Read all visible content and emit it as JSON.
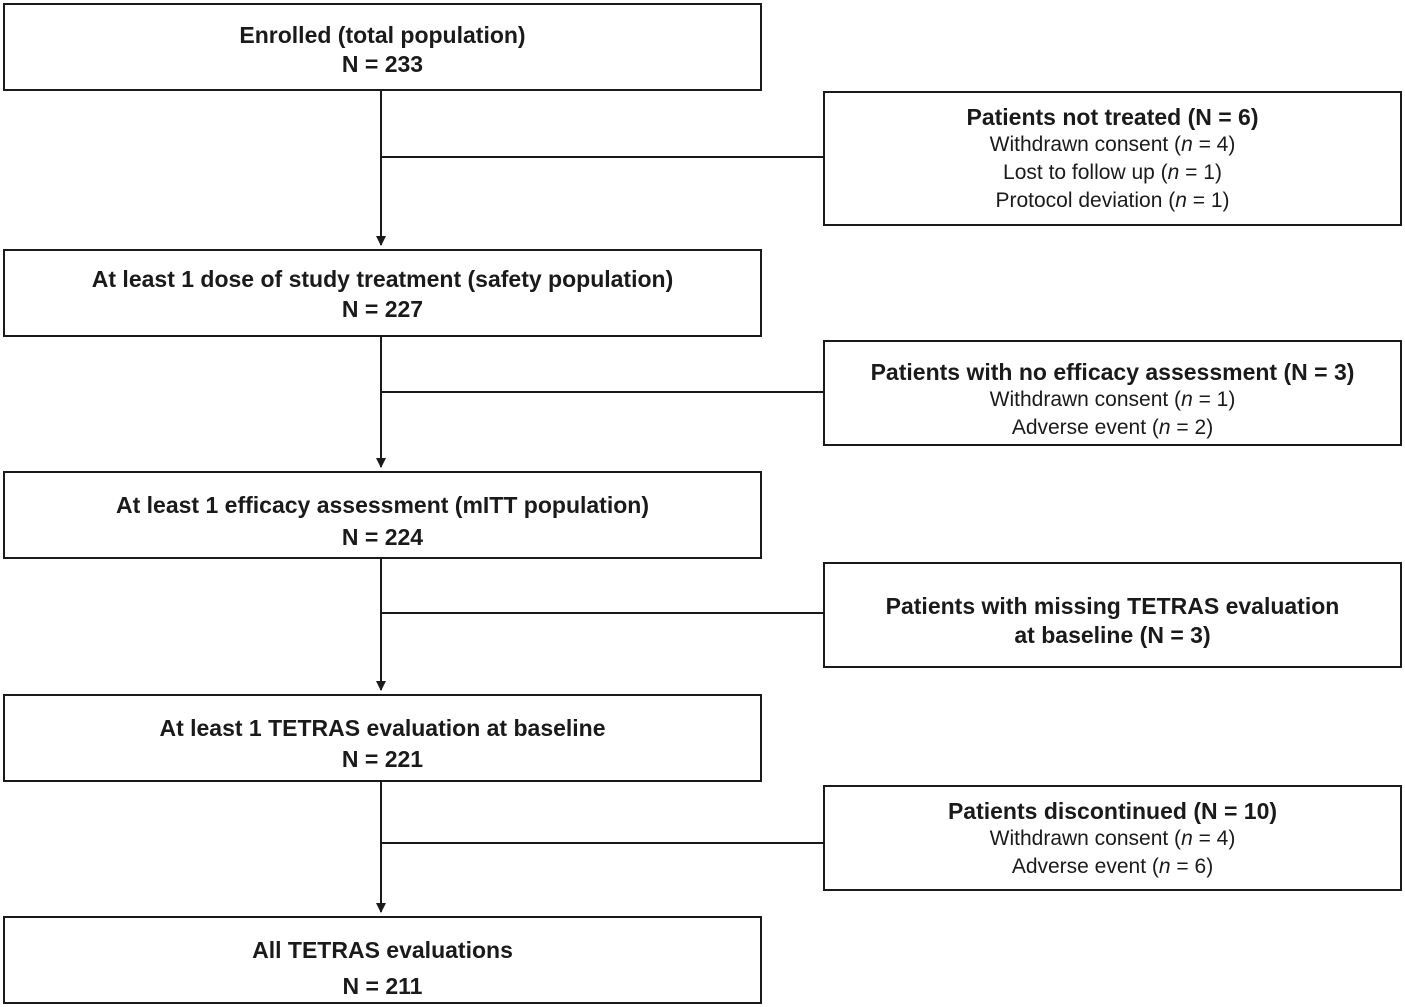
{
  "stages": [
    {
      "title": "Enrolled (total population)",
      "count": "N = 233"
    },
    {
      "title": "At least 1 dose of study treatment (safety population)",
      "count": "N = 227"
    },
    {
      "title": "At least 1 efficacy assessment (mITT population)",
      "count": "N = 224"
    },
    {
      "title": "At least 1 TETRAS evaluation at baseline",
      "count": "N = 221"
    },
    {
      "title": "All TETRAS evaluations",
      "count": "N = 211"
    }
  ],
  "exclusions": [
    {
      "title": "Patients not treated (N = 6)",
      "reasons": [
        {
          "label": "Withdrawn consent (",
          "n_symbol": "n",
          "value": " = 4)"
        },
        {
          "label": "Lost to follow up (",
          "n_symbol": "n",
          "value": " = 1)"
        },
        {
          "label": "Protocol deviation (",
          "n_symbol": "n",
          "value": " = 1)"
        }
      ]
    },
    {
      "title": "Patients with no efficacy assessment (N = 3)",
      "reasons": [
        {
          "label": "Withdrawn consent (",
          "n_symbol": "n",
          "value": " = 1)"
        },
        {
          "label": "Adverse event (",
          "n_symbol": "n",
          "value": " = 2)"
        }
      ]
    },
    {
      "title_lines": [
        "Patients with missing TETRAS evaluation",
        "at baseline (N = 3)"
      ]
    },
    {
      "title": "Patients discontinued (N = 10)",
      "reasons": [
        {
          "label": "Withdrawn consent (",
          "n_symbol": "n",
          "value": " = 4)"
        },
        {
          "label": "Adverse event (",
          "n_symbol": "n",
          "value": " = 6)"
        }
      ]
    }
  ]
}
